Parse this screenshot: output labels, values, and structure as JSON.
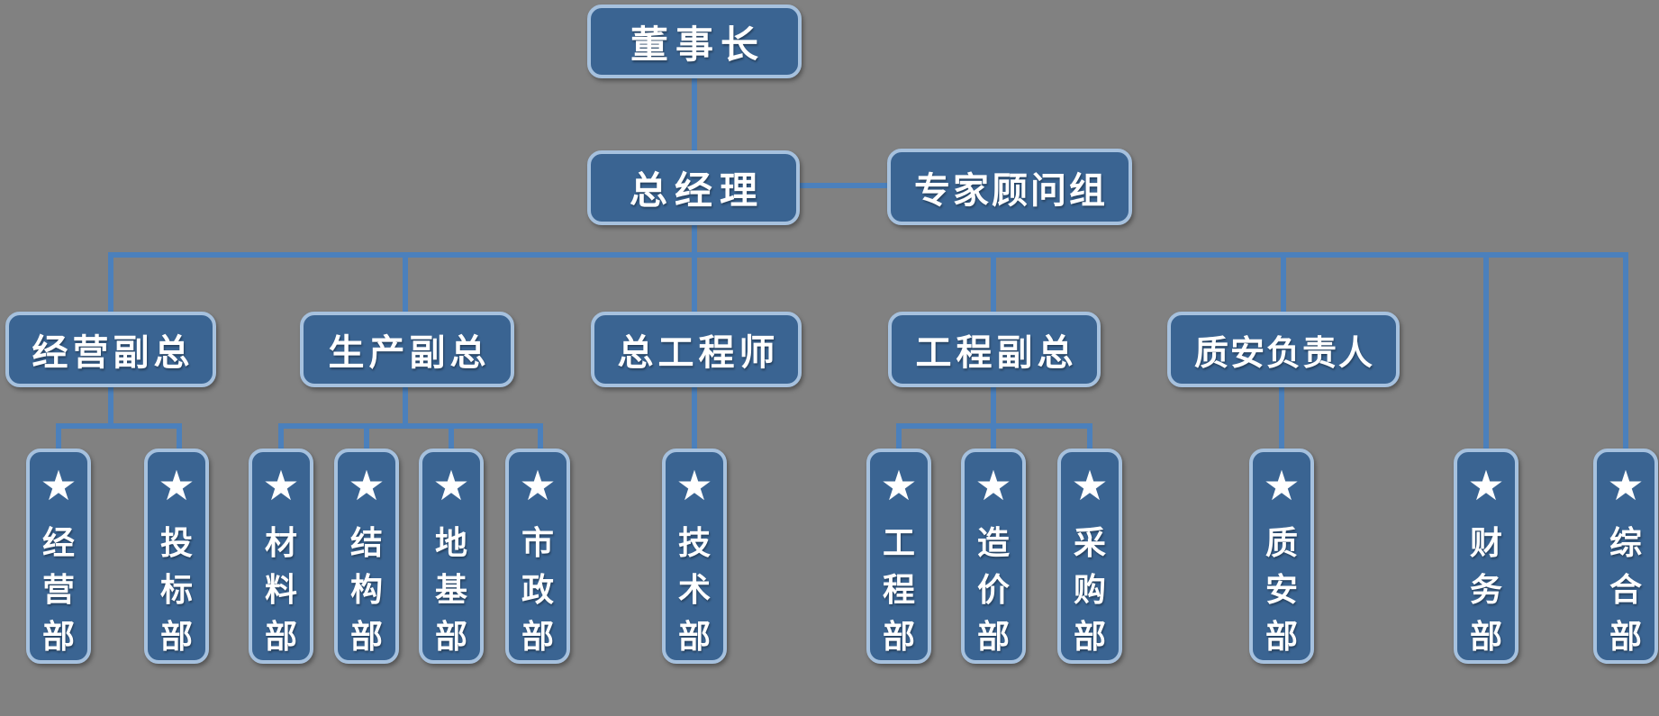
{
  "background_color": "#818181",
  "colors": {
    "box_fill": "#3A6492",
    "box_border": "#A6C1DE",
    "connector": "#4B80BC",
    "text": "#FFFFFF"
  },
  "star_glyph": "★",
  "org": {
    "level1": {
      "label": "董事长"
    },
    "level2": {
      "label": "总经理"
    },
    "advisor": {
      "label": "专家顾问组"
    },
    "level3": [
      {
        "label": "经营副总"
      },
      {
        "label": "生产副总"
      },
      {
        "label": "总工程师"
      },
      {
        "label": "工程副总"
      },
      {
        "label": "质安负责人"
      }
    ],
    "departments": [
      {
        "label": "经营部"
      },
      {
        "label": "投标部"
      },
      {
        "label": "材料部"
      },
      {
        "label": "结构部"
      },
      {
        "label": "地基部"
      },
      {
        "label": "市政部"
      },
      {
        "label": "技术部"
      },
      {
        "label": "工程部"
      },
      {
        "label": "造价部"
      },
      {
        "label": "采购部"
      },
      {
        "label": "质安部"
      },
      {
        "label": "财务部"
      },
      {
        "label": "综合部"
      }
    ]
  }
}
